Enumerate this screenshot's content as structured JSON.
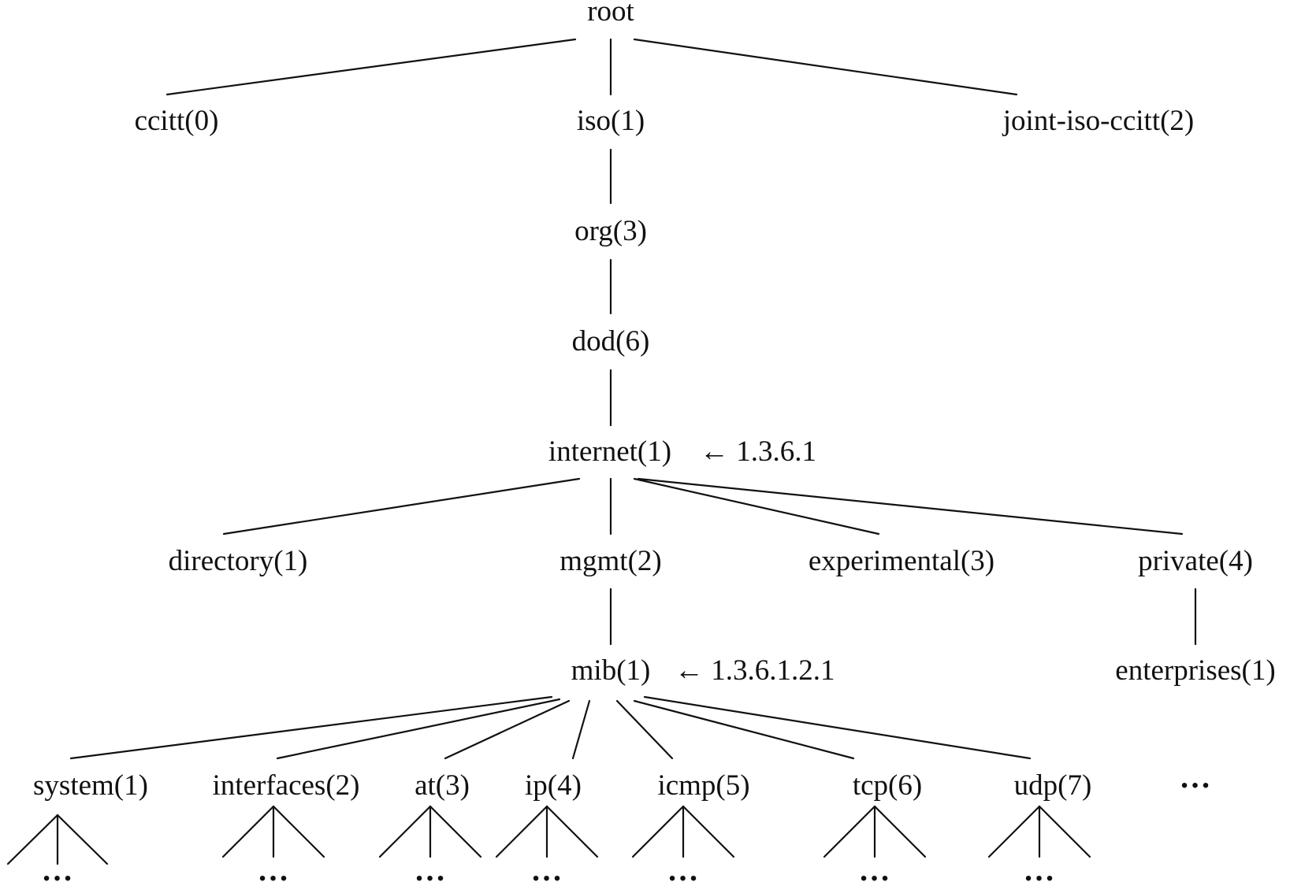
{
  "nodes": {
    "root": "root",
    "ccitt": "ccitt(0)",
    "iso": "iso(1)",
    "joint": "joint-iso-ccitt(2)",
    "org": "org(3)",
    "dod": "dod(6)",
    "internet": "internet(1)",
    "directory": "directory(1)",
    "mgmt": "mgmt(2)",
    "experimental": "experimental(3)",
    "private": "private(4)",
    "mib": "mib(1)",
    "enterprises": "enterprises(1)",
    "system": "system(1)",
    "interfaces": "interfaces(2)",
    "at": "at(3)",
    "ip": "ip(4)",
    "icmp": "icmp(5)",
    "tcp": "tcp(6)",
    "udp": "udp(7)",
    "more": "…"
  },
  "annotations": {
    "internet_oid": "← 1.3.6.1",
    "mib_oid": "← 1.3.6.1.2.1"
  },
  "ellipsis": "…"
}
